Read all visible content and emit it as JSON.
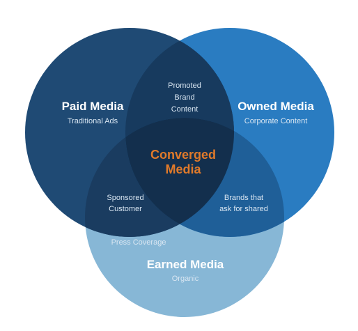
{
  "colors": {
    "paid": "#1f4a74",
    "owned": "#2a7cc1",
    "earned": "#87b7d6",
    "paid_owned_overlap": "#173a5e",
    "paid_earned_overlap": "#1a3c60",
    "owned_earned_overlap": "#1f5f98",
    "center": "#132f4d",
    "center_text": "#e07a2a",
    "title_text": "#ffffff",
    "sub_text": "#d9e6f2"
  },
  "circles": {
    "paid": {
      "title": "Paid Media",
      "subtitle": "Traditional Ads"
    },
    "owned": {
      "title": "Owned Media",
      "subtitle": "Corporate Content"
    },
    "earned": {
      "title": "Earned Media",
      "subtitle": "Organic",
      "extra_label": "Press Coverage"
    }
  },
  "overlaps": {
    "paid_owned": [
      "Promoted",
      "Brand",
      "Content"
    ],
    "paid_earned": [
      "Sponsored",
      "Customer"
    ],
    "owned_earned": [
      "Brands that",
      "ask for shared"
    ]
  },
  "center": {
    "lines": [
      "Converged",
      "Media"
    ]
  }
}
